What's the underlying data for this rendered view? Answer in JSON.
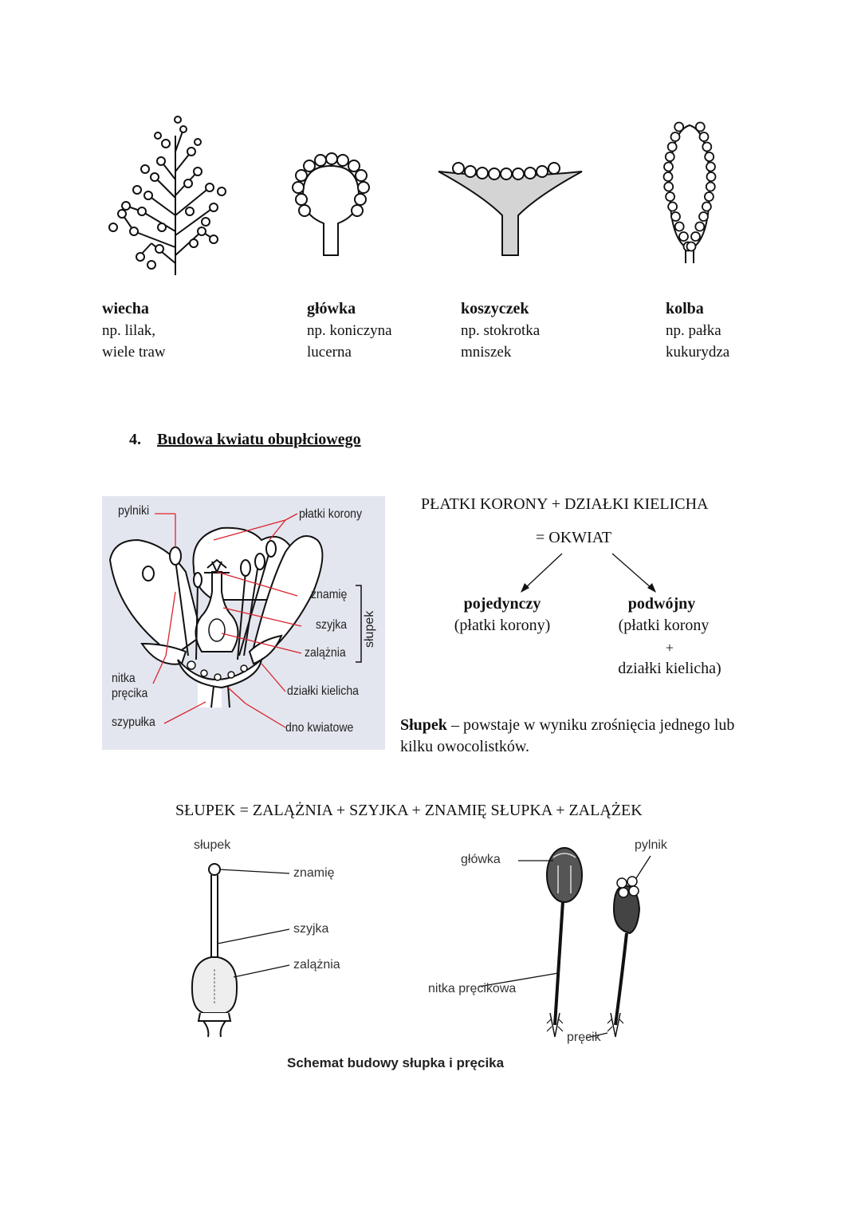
{
  "inflorescences": [
    {
      "name": "wiecha",
      "example_line1": "np. lilak,",
      "example_line2": "wiele traw"
    },
    {
      "name": "główka",
      "example_line1": "np. koniczyna",
      "example_line2": "lucerna"
    },
    {
      "name": "koszyczek",
      "example_line1": "np. stokrotka",
      "example_line2": "mniszek"
    },
    {
      "name": "kolba",
      "example_line1": "np. pałka",
      "example_line2": "kukurydza"
    }
  ],
  "section": {
    "number": "4.",
    "title": "Budowa kwiatu obupłciowego"
  },
  "flower_labels": {
    "pylniki": "pylniki",
    "platki_korony": "płatki korony",
    "znamie": "znamię",
    "szyjka": "szyjka",
    "zalaznia": "zalążnia",
    "slupek": "słupek",
    "nitka_precika_1": "nitka",
    "nitka_precika_2": "pręcika",
    "dzialki_kielicha": "działki kielicha",
    "szypulka": "szypułka",
    "dno_kwiatowe": "dno kwiatowe"
  },
  "okwiat": {
    "line1": "PŁATKI KORONY + DZIAŁKI KIELICHA",
    "line2": "= OKWIAT",
    "left_title": "pojedynczy",
    "left_desc": "(płatki korony)",
    "right_title": "podwójny",
    "right_desc1": "(płatki korony",
    "right_plus": "+",
    "right_desc2": "działki kielicha)"
  },
  "slupek_def": {
    "term": "Słupek",
    "text": " – powstaje w wyniku zrośnięcia jednego lub",
    "text2": "kilku owocolistków."
  },
  "formula": "SŁUPEK = ZALĄŻNIA + SZYJKA + ZNAMIĘ SŁUPKA + ZALĄŻEK",
  "schema_labels": {
    "slupek": "słupek",
    "znamie": "znamię",
    "szyjka": "szyjka",
    "zalaznia": "zalążnia",
    "glowka": "główka",
    "pylnik": "pylnik",
    "nitka_precikowa": "nitka pręcikowa",
    "precik": "pręcik",
    "caption": "Schemat budowy słupka i pręcika"
  },
  "colors": {
    "diagram_bg": "#e4e6ef",
    "leader_red": "#d9232d"
  }
}
